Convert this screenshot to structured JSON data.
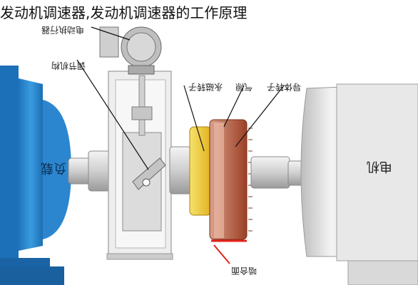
{
  "title": "发动机调速器,发动机调速器的工作原理",
  "labels": {
    "actuator": "电动执行器",
    "regulating_mechanism": "调节机构",
    "permanent_magnet_rotor": "永磁转子",
    "air_gap": "气隙",
    "conductor_rotor": "导体转子",
    "load": "负载",
    "motor": "电机",
    "engagement_surface": "啮合面"
  },
  "colors": {
    "load_blue": "#2f8fd6",
    "magnet_yellow": "#f2d43a",
    "conductor_brown": "#b8502f",
    "pointer_red": "#e2231a"
  }
}
